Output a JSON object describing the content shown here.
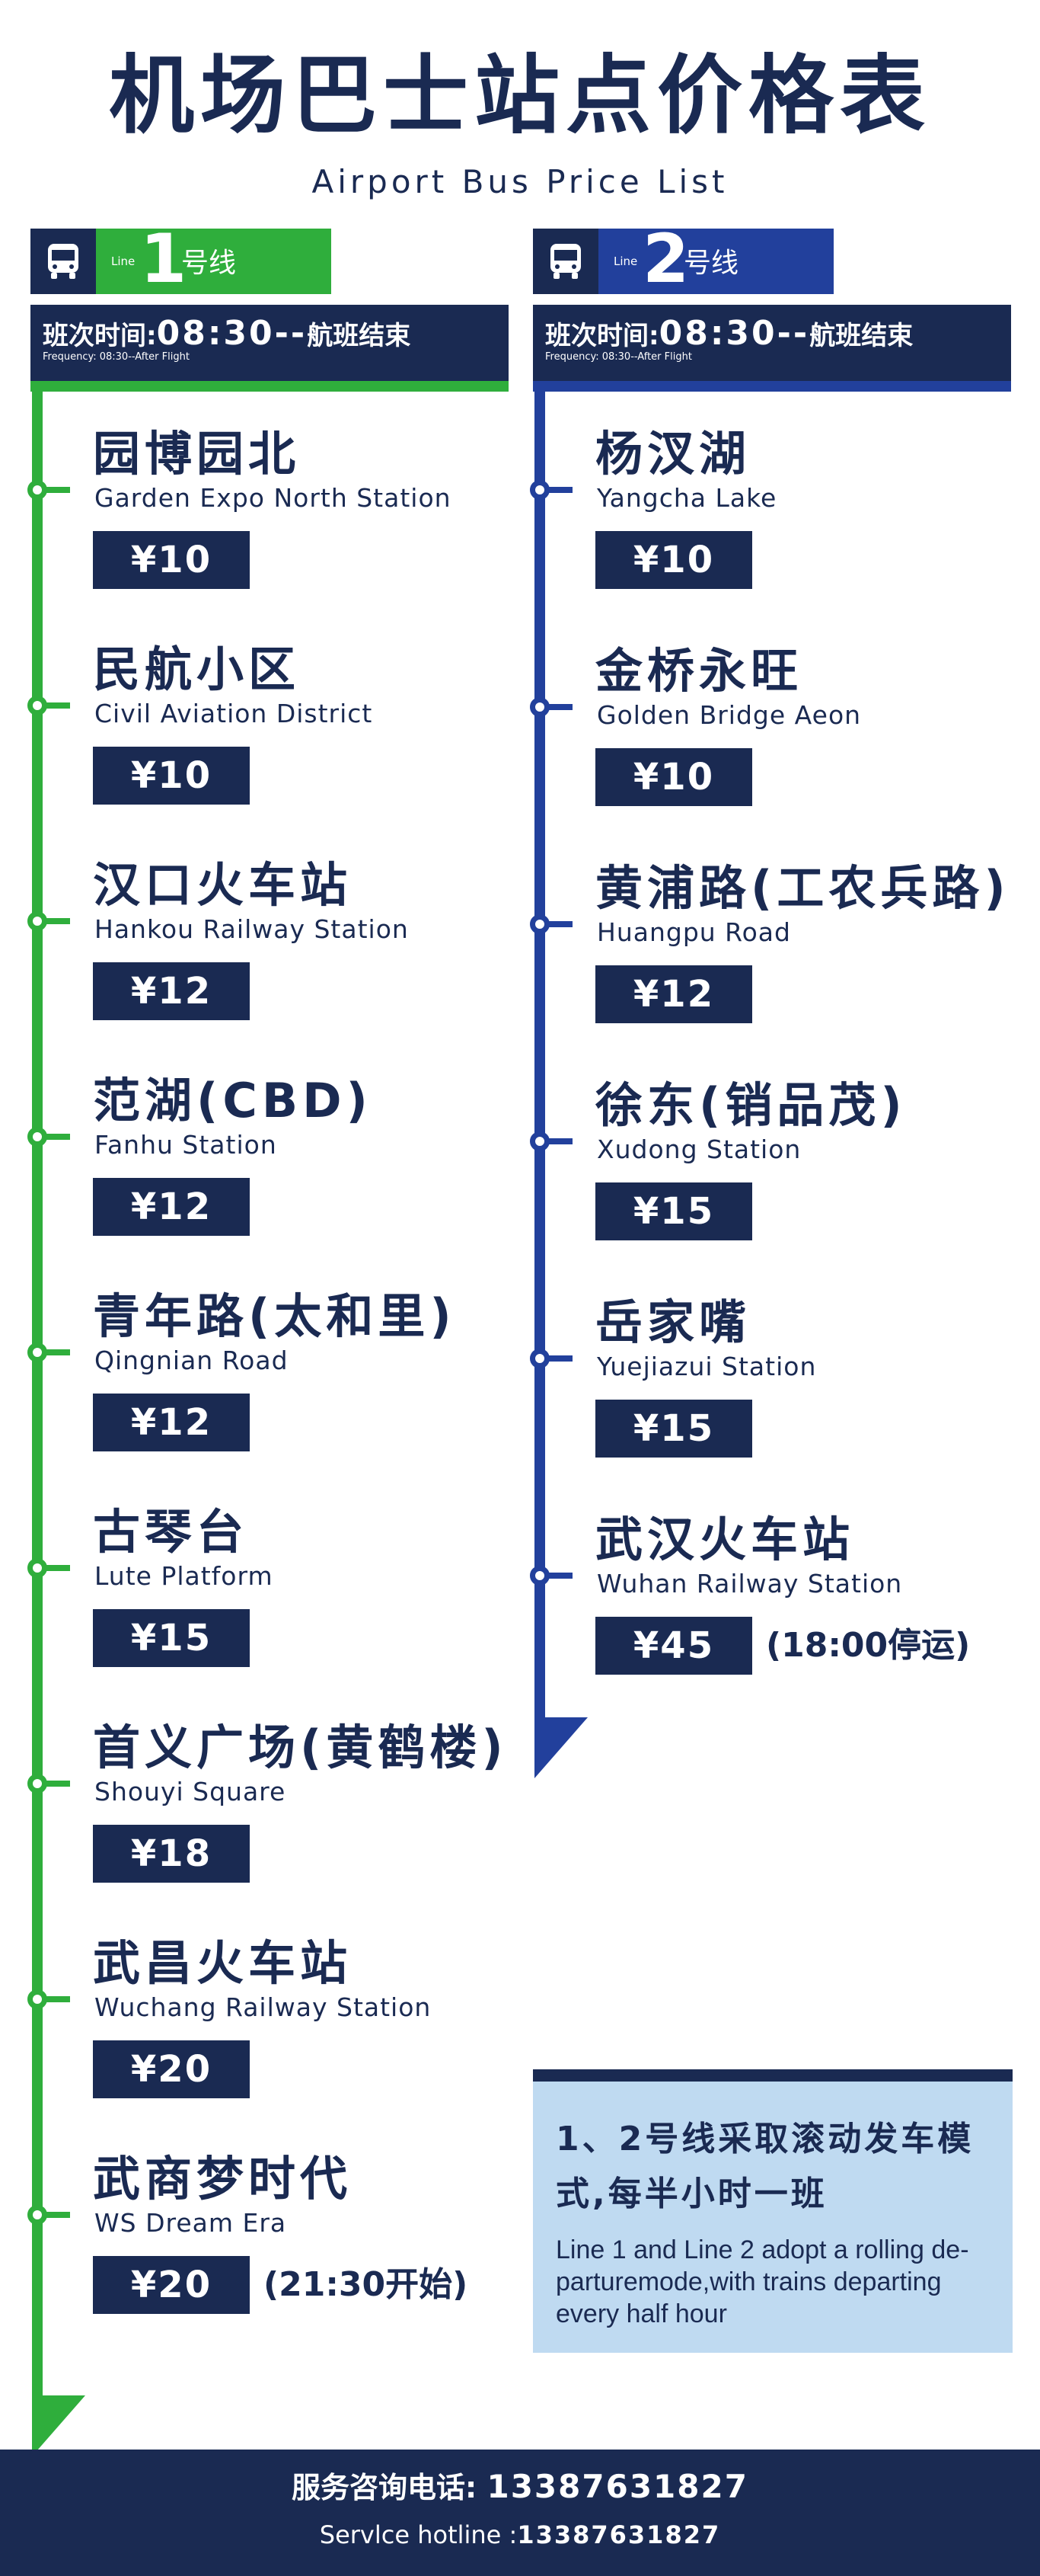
{
  "title": {
    "cn": "机场巴士站点价格表",
    "en": "Airport Bus Price List"
  },
  "colors": {
    "navy": "#1a2a52",
    "green": "#2fae3c",
    "blue": "#22409c",
    "light_blue": "#bfdaf1"
  },
  "line1": {
    "icon": "bus-icon",
    "line_word": "Line",
    "number": "1",
    "label": "号线",
    "freq_prefix": "班次时间:",
    "freq_time": "08:30--",
    "freq_suffix": "航班结束",
    "freq_en": "Frequency: 08:30--After Flight",
    "stops": [
      {
        "cn": "园博园北",
        "en": "Garden Expo North Station",
        "price": "¥10"
      },
      {
        "cn": "民航小区",
        "en": "Civil Aviation District",
        "price": "¥10"
      },
      {
        "cn": "汉口火车站",
        "en": "Hankou Railway Station",
        "price": "¥12"
      },
      {
        "cn": "范湖(CBD)",
        "en": "Fanhu Station",
        "price": "¥12"
      },
      {
        "cn": "青年路(太和里)",
        "en": "Qingnian Road",
        "price": "¥12"
      },
      {
        "cn": "古琴台",
        "en": "Lute Platform",
        "price": "¥15"
      },
      {
        "cn": "首义广场(黄鹤楼)",
        "en": "Shouyi Square",
        "price": "¥18"
      },
      {
        "cn": "武昌火车站",
        "en": "Wuchang Railway Station",
        "price": "¥20"
      },
      {
        "cn": "武商梦时代",
        "en": "WS Dream Era",
        "price": "¥20",
        "note": "(21:30开始)"
      }
    ]
  },
  "line2": {
    "icon": "bus-icon",
    "line_word": "Line",
    "number": "2",
    "label": "号线",
    "freq_prefix": "班次时间:",
    "freq_time": "08:30--",
    "freq_suffix": "航班结束",
    "freq_en": "Frequency: 08:30--After Flight",
    "stops": [
      {
        "cn": "杨汊湖",
        "en": "Yangcha Lake",
        "price": "¥10"
      },
      {
        "cn": "金桥永旺",
        "en": "Golden Bridge Aeon",
        "price": "¥10"
      },
      {
        "cn": "黄浦路(工农兵路)",
        "en": "Huangpu  Road",
        "price": "¥12"
      },
      {
        "cn": "徐东(销品茂)",
        "en": "Xudong  Station",
        "price": "¥15"
      },
      {
        "cn": "岳家嘴",
        "en": "Yuejiazui  Station",
        "price": "¥15"
      },
      {
        "cn": "武汉火车站",
        "en": "Wuhan Railway Station",
        "price": "¥45",
        "note": "(18:00停运)"
      }
    ]
  },
  "notice": {
    "cn": "1、2号线采取滚动发车模式,每半小时一班",
    "en": "Line 1 and Line 2 adopt a rolling de-parturemode,with trains departing every half hour"
  },
  "footer": {
    "cn_label": "服务咨询电话: ",
    "cn_number": "13387631827",
    "en_label": "Servlce hotline :",
    "en_number": "13387631827"
  }
}
